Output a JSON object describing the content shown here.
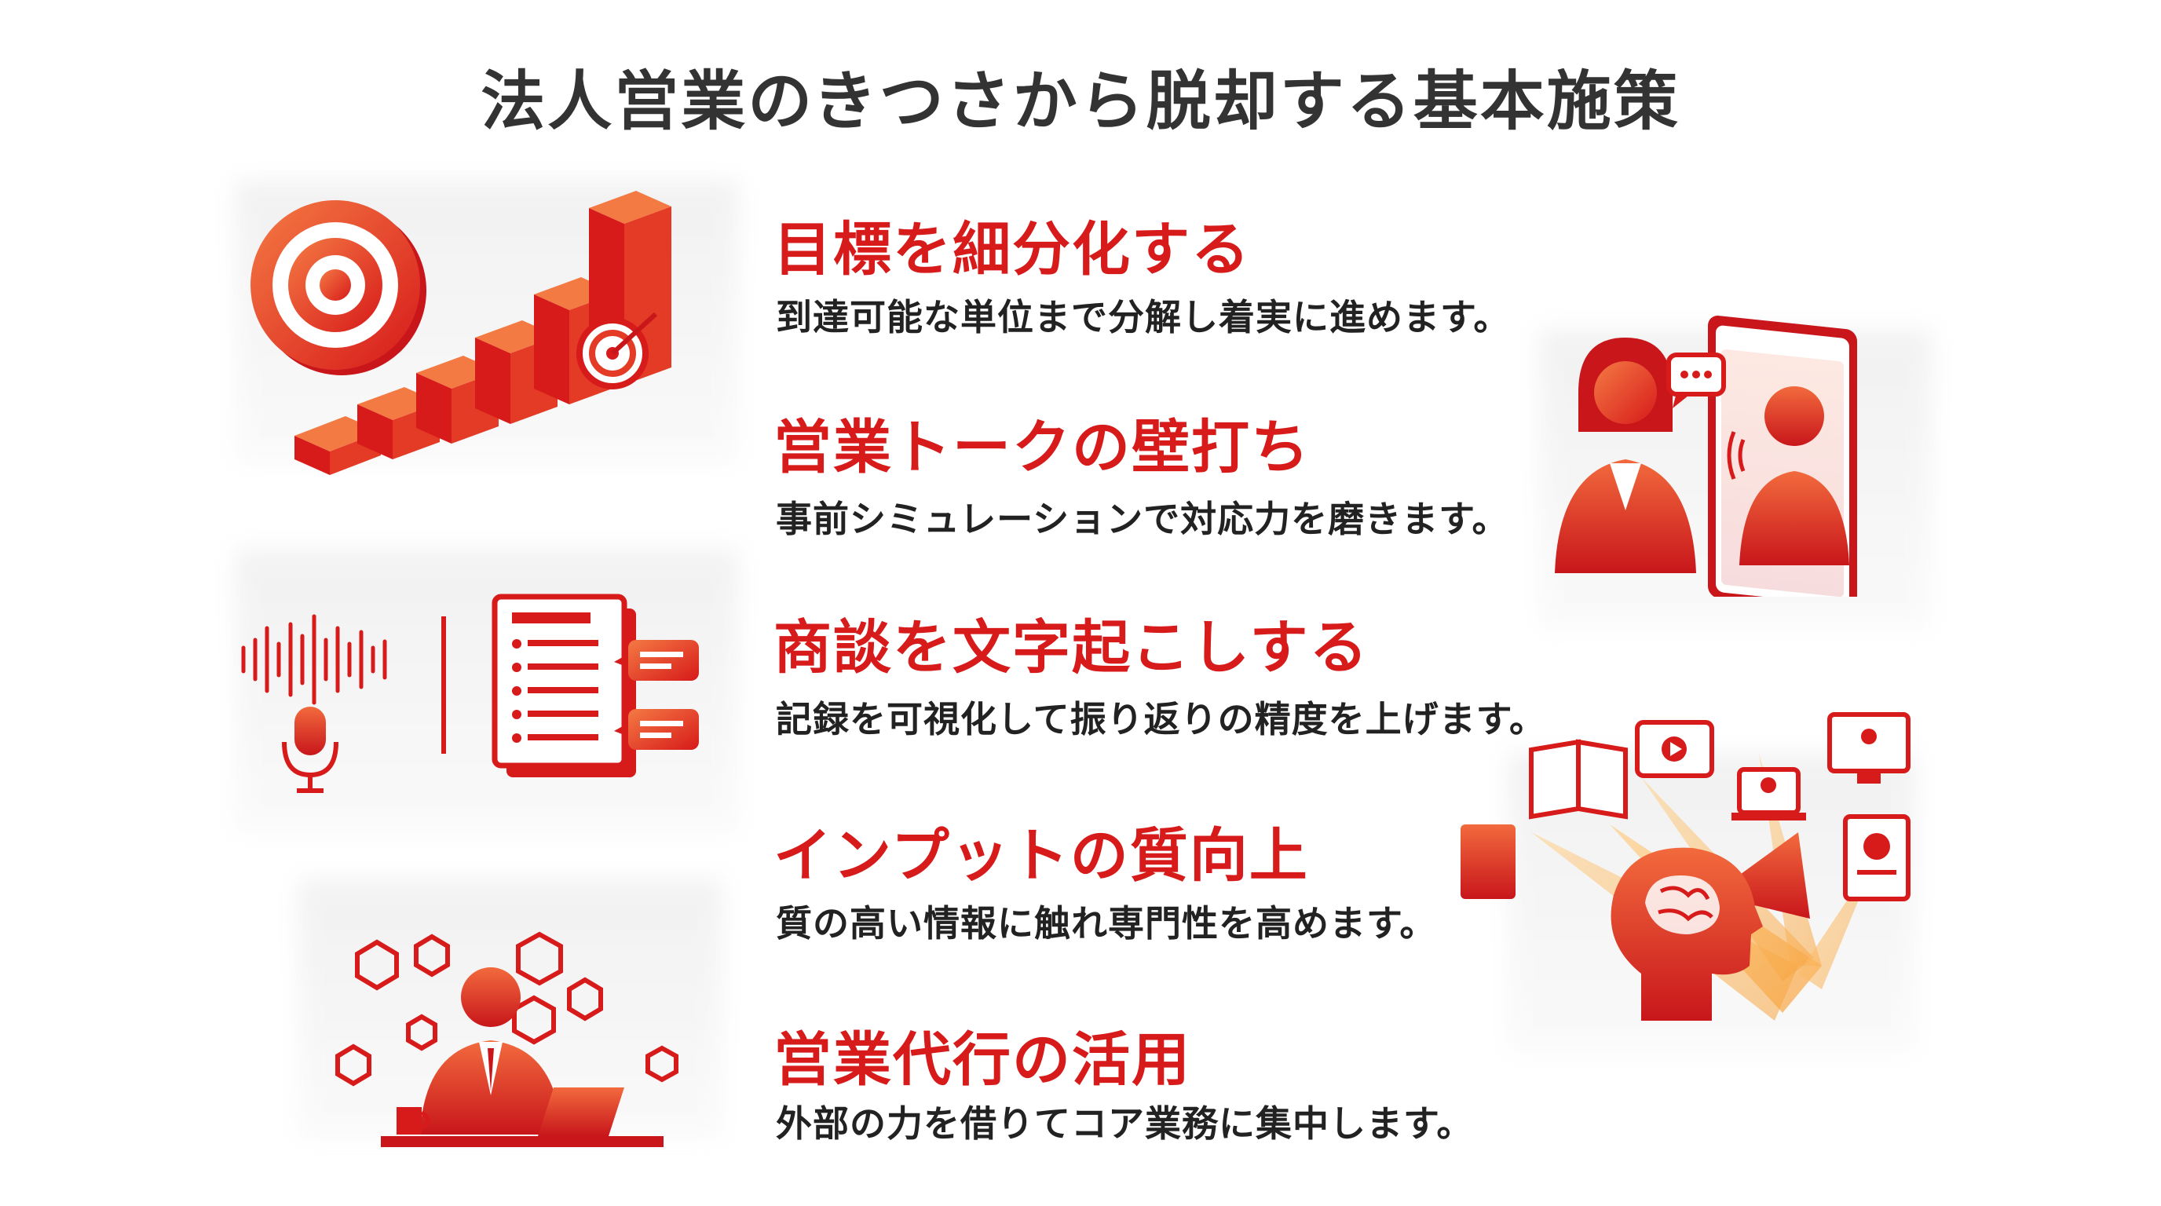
{
  "title": "法人営業のきつさから脱却する基本施策",
  "colors": {
    "accent": "#d71a1a",
    "accent_light": "#f26a3d",
    "text": "#222222",
    "title": "#333333"
  },
  "items": [
    {
      "title": "目標を細分化する",
      "desc": "到達可能な単位まで分解し着実に進めます。",
      "icon": "target-bar-chart-icon"
    },
    {
      "title": "営業トークの壁打ち",
      "desc": "事前シミュレーションで対応力を磨きます。",
      "icon": "video-call-roleplay-icon"
    },
    {
      "title": "商談を文字起こしする",
      "desc": "記録を可視化して振り返りの精度を上げます。",
      "icon": "transcription-document-icon"
    },
    {
      "title": "インプットの質向上",
      "desc": "質の高い情報に触れ専門性を高めます。",
      "icon": "brain-learning-icon"
    },
    {
      "title": "営業代行の活用",
      "desc": "外部の力を借りてコア業務に集中します。",
      "icon": "outsourced-worker-icon"
    }
  ]
}
